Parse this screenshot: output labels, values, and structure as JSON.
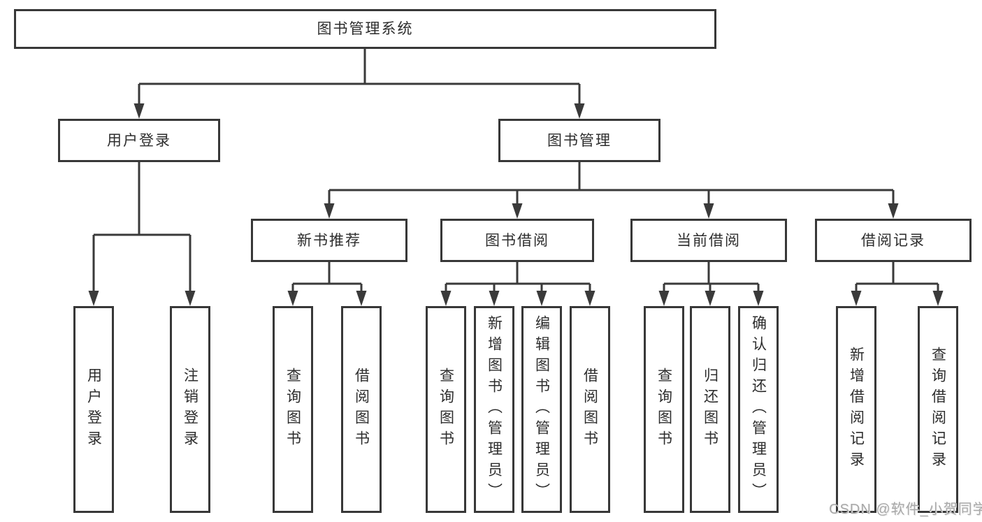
{
  "diagram_title": "图书管理系统",
  "nodes": {
    "root": "图书管理系统",
    "l2_user_login": "用户登录",
    "l2_book_management": "图书管理",
    "l3_new_book_recommend": "新书推荐",
    "l3_book_borrowing": "图书借阅",
    "l3_current_borrowing": "当前借阅",
    "l3_borrowing_records": "借阅记录",
    "leaf_user_login": "用户登录",
    "leaf_logout": "注销登录",
    "leaf_nbr_query_books": "查询图书",
    "leaf_nbr_borrow_books": "借阅图书",
    "leaf_bb_query_books": "查询图书",
    "leaf_bb_add_books_admin": "新增图书（管理员）",
    "leaf_bb_edit_books_admin": "编辑图书（管理员）",
    "leaf_bb_borrow_books": "借阅图书",
    "leaf_cb_query_books": "查询图书",
    "leaf_cb_return_books": "归还图书",
    "leaf_cb_confirm_return_admin": "确认归还（管理员）",
    "leaf_br_add_record": "新增借阅记录",
    "leaf_br_query_record": "查询借阅记录"
  },
  "hierarchy": {
    "root": "图书管理系统",
    "children": [
      {
        "label": "用户登录",
        "children": [
          "用户登录",
          "注销登录"
        ]
      },
      {
        "label": "图书管理",
        "children": [
          {
            "label": "新书推荐",
            "children": [
              "查询图书",
              "借阅图书"
            ]
          },
          {
            "label": "图书借阅",
            "children": [
              "查询图书",
              "新增图书（管理员）",
              "编辑图书（管理员）",
              "借阅图书"
            ]
          },
          {
            "label": "当前借阅",
            "children": [
              "查询图书",
              "归还图书",
              "确认归还（管理员）"
            ]
          },
          {
            "label": "借阅记录",
            "children": [
              "新增借阅记录",
              "查询借阅记录"
            ]
          }
        ]
      }
    ]
  },
  "watermark": "CSDN @软件_小贺同学",
  "colors": {
    "box_border": "#383838",
    "wire": "#3a3a3a",
    "text": "#2d2d2d",
    "watermark_text": "#a9a9a9",
    "background": "#ffffff"
  }
}
